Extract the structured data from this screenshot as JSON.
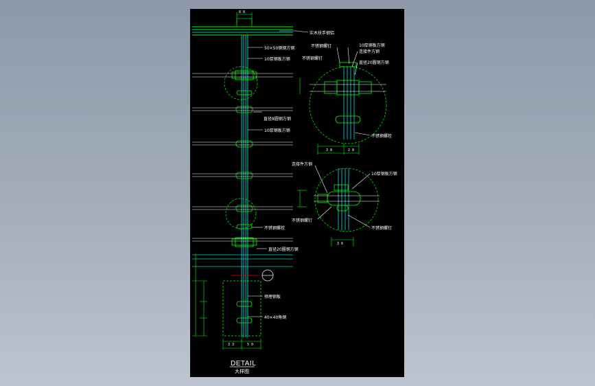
{
  "labels": {
    "handrail_steel": "实木扶手钢铝",
    "square_tube_top": "50×50钢钢方钢",
    "flat_bar_10_a": "10厚钢板方钢",
    "flat_bar_10_b": "10厚钢板方钢",
    "round_bar_8": "直径8圆钢方钢",
    "round_bar_20": "直径20圆钢方钢",
    "stainless_bolt_a": "不锈钢螺栓",
    "embed_plate": "预埋钢板",
    "angle_steel": "40×40角钢"
  },
  "detail_a": {
    "bolt_top": "不锈钢螺钉",
    "bolt_mid": "不锈钢螺钉",
    "connector": "连接件方钢",
    "flat_bar": "10厚钢板方钢",
    "round_bar": "直径20圆钢方钢",
    "bolt_bottom": "不锈钢螺栓"
  },
  "detail_b": {
    "connector": "连接件方钢",
    "flat_bar": "10厚钢板方钢",
    "bolt_mid": "不锈钢螺钉",
    "bolt_bottom": "不锈钢螺钉"
  },
  "dims": {
    "top": "8 8",
    "bottom_a": "3 3",
    "bottom_b": "5 0",
    "detail_a_bottom": "3 8",
    "detail_a_bottom_b": "2 8",
    "detail_b_bottom": "3 6"
  },
  "title": {
    "main": "DETAIL",
    "sub": "大样图"
  },
  "colors": {
    "post": "#00c8c8",
    "hardware": "#00ff00",
    "leader": "#ffffff",
    "hidden": "#00ff00",
    "section": "#ff0000"
  }
}
